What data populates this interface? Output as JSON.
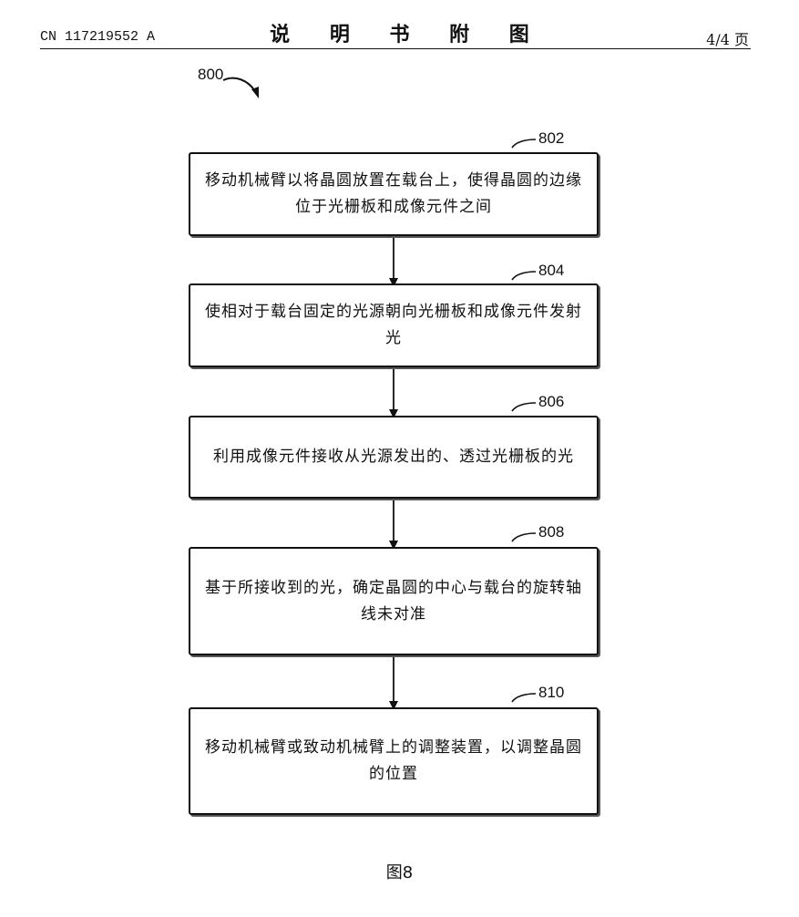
{
  "header": {
    "patent_number": "CN 117219552 A",
    "title": "说 明 书 附 图",
    "page": "4/4 页"
  },
  "figure": {
    "reference": "800",
    "caption": "图8",
    "steps": [
      {
        "id": "802",
        "text": "移动机械臂以将晶圆放置在载台上，使得晶圆的边缘位于光栅板和成像元件之间"
      },
      {
        "id": "804",
        "text": "使相对于载台固定的光源朝向光栅板和成像元件发射光"
      },
      {
        "id": "806",
        "text": "利用成像元件接收从光源发出的、透过光栅板的光"
      },
      {
        "id": "808",
        "text": "基于所接收到的光，确定晶圆的中心与载台的旋转轴线未对准"
      },
      {
        "id": "810",
        "text": "移动机械臂或致动机械臂上的调整装置，以调整晶圆的位置"
      }
    ]
  }
}
